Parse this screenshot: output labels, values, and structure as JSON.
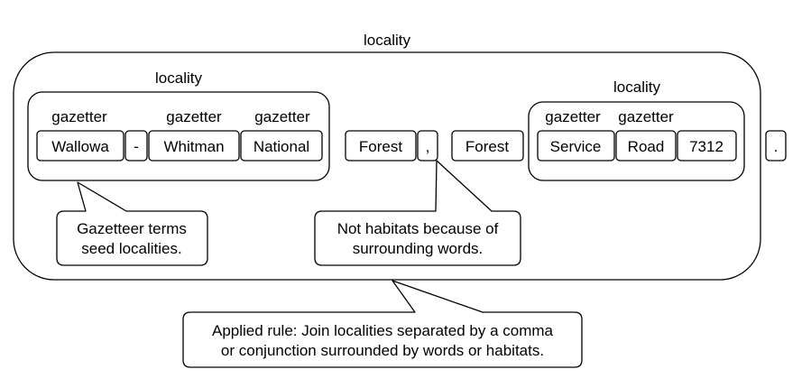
{
  "outer_locality": {
    "label": "locality"
  },
  "locality_left": {
    "label": "locality",
    "gazetteer_labels": [
      "gazetter",
      "gazetter",
      "gazetter"
    ],
    "tokens": [
      "Wallowa",
      "-",
      "Whitman",
      "National"
    ]
  },
  "middle_tokens": [
    "Forest",
    ",",
    "Forest"
  ],
  "locality_right": {
    "label": "locality",
    "gazetteer_labels": [
      "gazetter",
      "gazetter"
    ],
    "tokens": [
      "Service",
      "Road",
      "7312"
    ]
  },
  "end_token": ".",
  "callouts": {
    "gazetteer": [
      "Gazetteer terms",
      "seed localities."
    ],
    "habitats": [
      "Not habitats because of",
      "surrounding words."
    ],
    "rule": [
      "Applied rule: Join localities separated by a comma",
      "or conjunction surrounded by words or habitats."
    ]
  }
}
